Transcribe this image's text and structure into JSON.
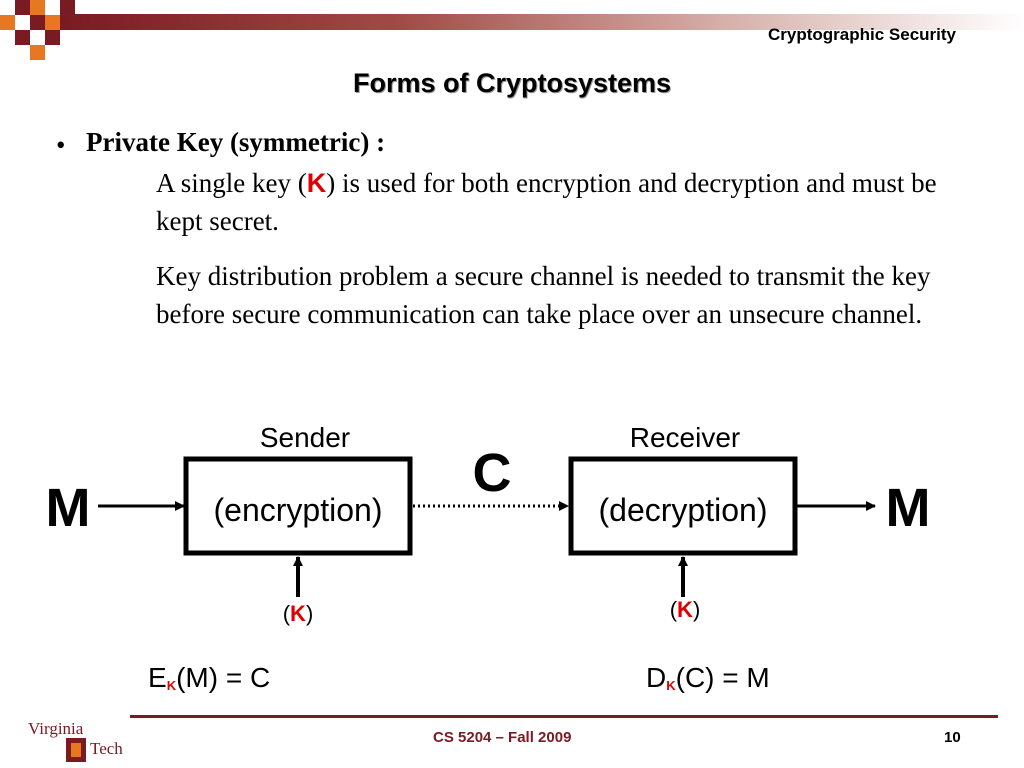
{
  "header": {
    "title": "Cryptographic Security"
  },
  "slide": {
    "title": "Forms of Cryptosystems",
    "bullet_heading": "Private Key (symmetric) :",
    "para1": {
      "before": "A single key (",
      "key": "K",
      "after": ") is used for both encryption and decryption and must be kept secret."
    },
    "para2": "Key distribution problem  a secure channel is needed to transmit the key before secure communication can take place over an unsecure channel."
  },
  "diagram": {
    "sender_label": "Sender",
    "receiver_label": "Receiver",
    "encryption_label": "(encryption)",
    "decryption_label": "(decryption)",
    "message_in": "M",
    "message_out": "M",
    "ciphertext": "C",
    "key_open": "(",
    "key": "K",
    "key_close": ")",
    "enc_formula": {
      "E": "E",
      "sub": "K",
      "rest": "(M) = C"
    },
    "dec_formula": {
      "D": "D",
      "sub": "K",
      "rest": "(C) = M"
    }
  },
  "footer": {
    "course": "CS 5204 – Fall 2009",
    "page": "10",
    "logo_top": "Virginia",
    "logo_bottom": "Tech"
  },
  "colors": {
    "maroon": "#7a1a22",
    "orange": "#e87722",
    "key_red": "#e00000"
  }
}
